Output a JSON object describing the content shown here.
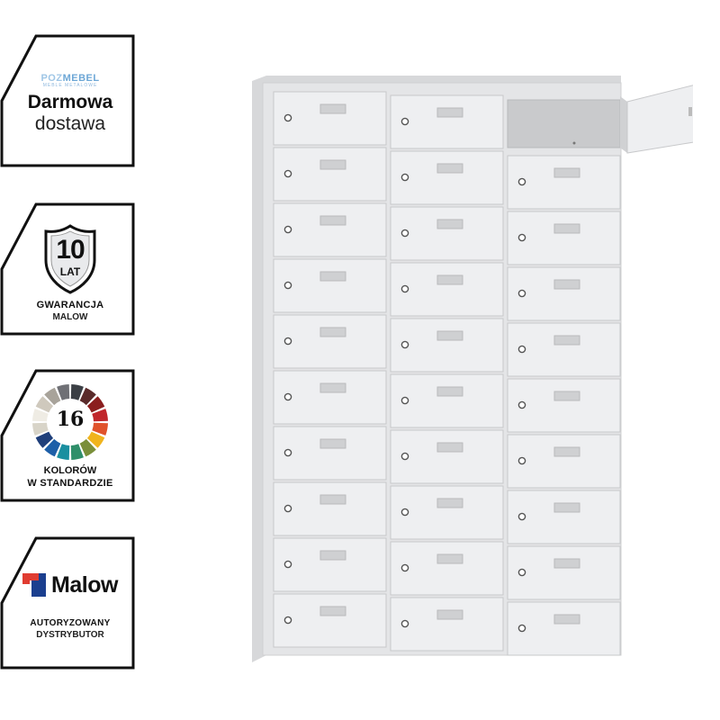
{
  "badges": {
    "delivery": {
      "logo_prefix": "POZ",
      "logo_main": "MEBEL",
      "logo_tagline": "MEBLE METALOWE",
      "line1": "Darmowa",
      "line2": "dostawa"
    },
    "warranty": {
      "number": "10",
      "unit": "LAT",
      "line1": "GWARANCJA",
      "line2": "MALOW",
      "icon": "shield-icon"
    },
    "colors": {
      "number": "16",
      "line1": "KOLORÓW",
      "line2": "W STANDARDZIE",
      "icon": "color-wheel-icon",
      "swatches": [
        "#3b3f45",
        "#5a2a2a",
        "#8b1e1e",
        "#c0262b",
        "#e0522b",
        "#f0b41d",
        "#7a8f3a",
        "#2f8f6a",
        "#1a8fa0",
        "#1d5fa8",
        "#1f3f7a",
        "#d8d4c8",
        "#efece4",
        "#cfc9bd",
        "#a8a39a",
        "#6f7075"
      ]
    },
    "distributor": {
      "brand": "Malow",
      "line1": "AUTORYZOWANY",
      "line2": "DYSTRYBUTOR",
      "icon": "malow-logo-icon",
      "brand_colors": {
        "red": "#e03c31",
        "blue": "#1b3f8f"
      }
    }
  },
  "product": {
    "name": "locker-cabinet",
    "columns": 3,
    "rows": 10,
    "open_door": {
      "row": 1,
      "column": 3
    },
    "colors": {
      "body": "#e4e5e7",
      "door": "#eeeff1",
      "interior": "#c9cacc"
    }
  }
}
